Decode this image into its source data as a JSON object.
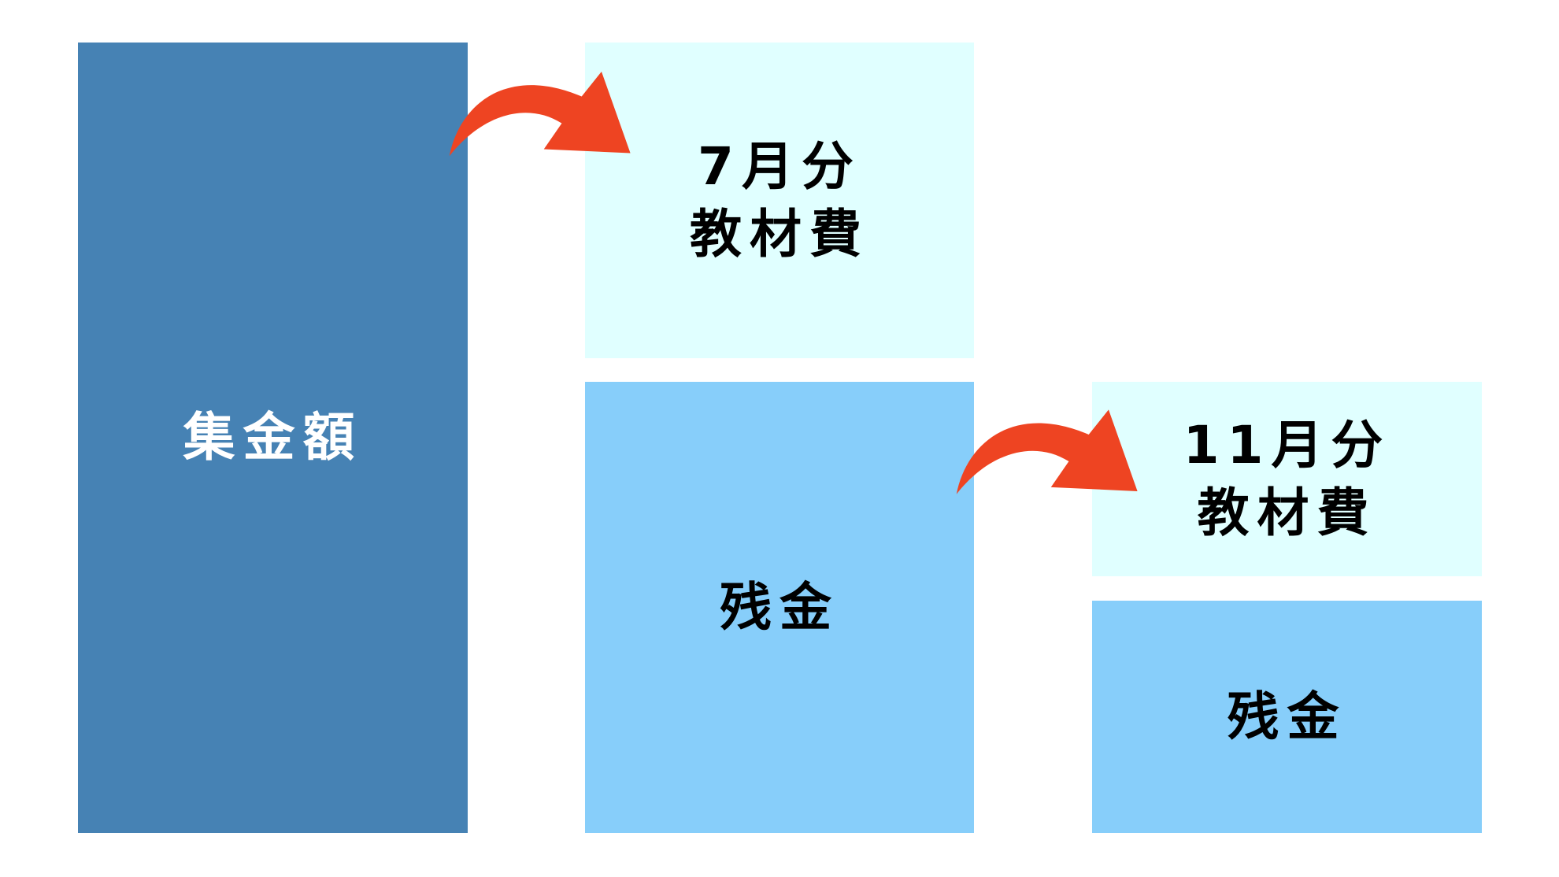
{
  "collected": {
    "label": "集金額"
  },
  "fee_july": {
    "line1": "7月分",
    "line2": "教材費"
  },
  "remaining_1": {
    "label": "残金"
  },
  "fee_november": {
    "line1": "11月分",
    "line2": "教材費"
  },
  "remaining_2": {
    "label": "残金"
  },
  "colors": {
    "collected": "#4682b4",
    "fee": "#e0ffff",
    "remaining": "#87cefa",
    "arrow": "#ee4422"
  }
}
